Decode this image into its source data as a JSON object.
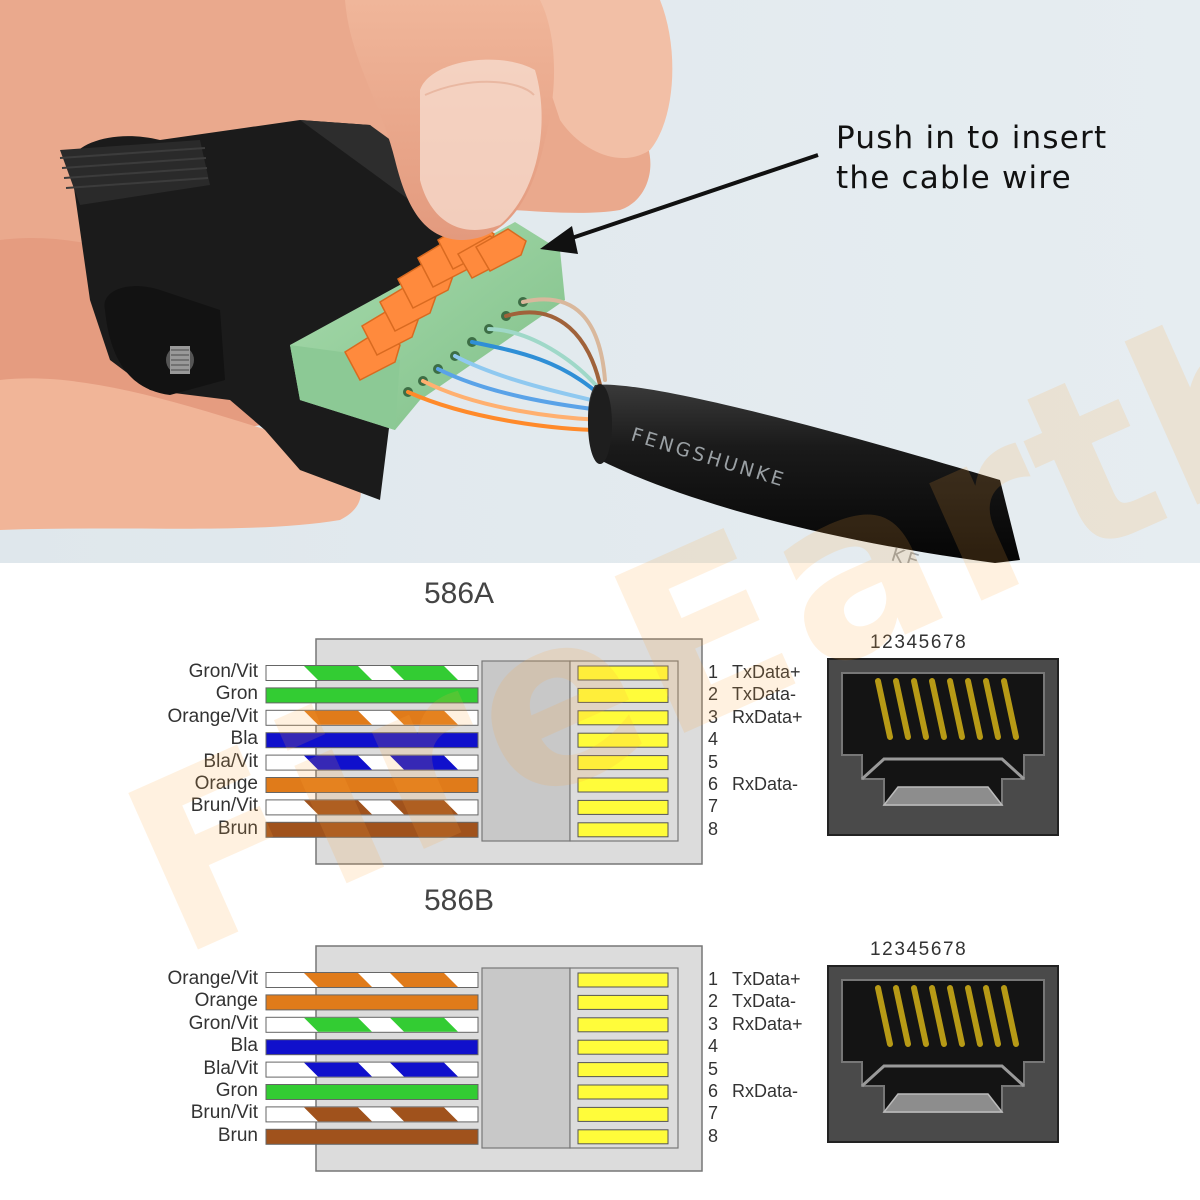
{
  "callout": {
    "line1": "Push in to insert",
    "line2": "the cable wire"
  },
  "cable_brand": "FENGSHUNKE",
  "cable_brand_tail": "KE",
  "watermark": "FireEarth",
  "standards": [
    {
      "title": "586A",
      "wires": [
        {
          "label": "Gron/Vit",
          "color": "#33cc33",
          "striped": true
        },
        {
          "label": "Gron",
          "color": "#33cc33",
          "striped": false
        },
        {
          "label": "Orange/Vit",
          "color": "#e07b1a",
          "striped": true
        },
        {
          "label": "Bla",
          "color": "#1010cc",
          "striped": false
        },
        {
          "label": "Bla/Vit",
          "color": "#1010cc",
          "striped": true
        },
        {
          "label": "Orange",
          "color": "#e07b1a",
          "striped": false
        },
        {
          "label": "Brun/Vit",
          "color": "#a0521c",
          "striped": true
        },
        {
          "label": "Brun",
          "color": "#a0521c",
          "striped": false
        }
      ],
      "pins": [
        {
          "num": "1",
          "signal": "TxData+"
        },
        {
          "num": "2",
          "signal": "TxData-"
        },
        {
          "num": "3",
          "signal": "RxData+"
        },
        {
          "num": "4",
          "signal": ""
        },
        {
          "num": "5",
          "signal": ""
        },
        {
          "num": "6",
          "signal": "RxData-"
        },
        {
          "num": "7",
          "signal": ""
        },
        {
          "num": "8",
          "signal": ""
        }
      ],
      "jack_numbers": "12345678"
    },
    {
      "title": "586B",
      "wires": [
        {
          "label": "Orange/Vit",
          "color": "#e07b1a",
          "striped": true
        },
        {
          "label": "Orange",
          "color": "#e07b1a",
          "striped": false
        },
        {
          "label": "Gron/Vit",
          "color": "#33cc33",
          "striped": true
        },
        {
          "label": "Bla",
          "color": "#1010cc",
          "striped": false
        },
        {
          "label": "Bla/Vit",
          "color": "#1010cc",
          "striped": true
        },
        {
          "label": "Gron",
          "color": "#33cc33",
          "striped": false
        },
        {
          "label": "Brun/Vit",
          "color": "#a0521c",
          "striped": true
        },
        {
          "label": "Brun",
          "color": "#a0521c",
          "striped": false
        }
      ],
      "pins": [
        {
          "num": "1",
          "signal": "TxData+"
        },
        {
          "num": "2",
          "signal": "TxData-"
        },
        {
          "num": "3",
          "signal": "RxData+"
        },
        {
          "num": "4",
          "signal": ""
        },
        {
          "num": "5",
          "signal": ""
        },
        {
          "num": "6",
          "signal": "RxData-"
        },
        {
          "num": "7",
          "signal": ""
        },
        {
          "num": "8",
          "signal": ""
        }
      ],
      "jack_numbers": "12345678"
    }
  ]
}
